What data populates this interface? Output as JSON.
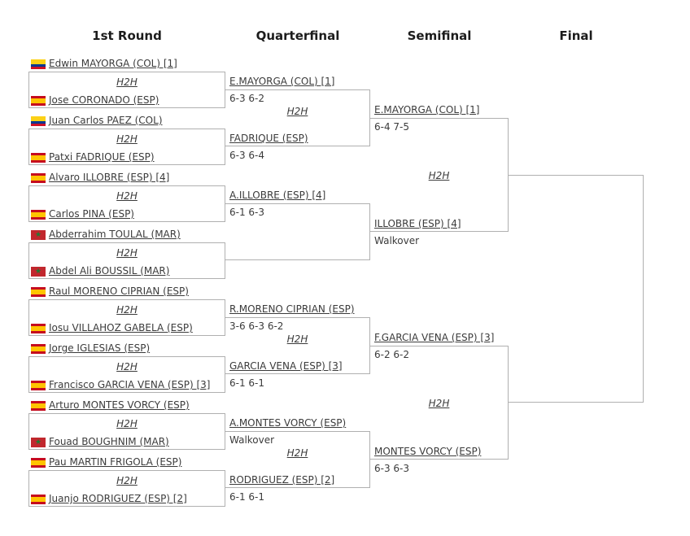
{
  "headers": {
    "round1": "1st Round",
    "quarterfinal": "Quarterfinal",
    "semifinal": "Semifinal",
    "final": "Final"
  },
  "colors": {
    "line": "#b0b0b0",
    "text": "#3b3b3b"
  },
  "first_round": [
    {
      "player1": {
        "name": "Edwin MAYORGA (COL) [1]",
        "flag": "COL"
      },
      "h2h": "H2H",
      "player2": {
        "name": "Jose CORONADO (ESP)",
        "flag": "ESP"
      }
    },
    {
      "player1": {
        "name": "Juan Carlos PAEZ (COL)",
        "flag": "COL"
      },
      "h2h": "H2H",
      "player2": {
        "name": "Patxi FADRIQUE (ESP)",
        "flag": "ESP"
      }
    },
    {
      "player1": {
        "name": "Alvaro ILLOBRE (ESP) [4]",
        "flag": "ESP"
      },
      "h2h": "H2H",
      "player2": {
        "name": "Carlos PINA (ESP)",
        "flag": "ESP"
      }
    },
    {
      "player1": {
        "name": "Abderrahim TOULAL (MAR)",
        "flag": "MAR"
      },
      "h2h": "H2H",
      "player2": {
        "name": "Abdel Ali BOUSSIL (MAR)",
        "flag": "MAR"
      }
    },
    {
      "player1": {
        "name": "Raul MORENO CIPRIAN (ESP)",
        "flag": "ESP"
      },
      "h2h": "H2H",
      "player2": {
        "name": "Iosu VILLAHOZ GABELA (ESP)",
        "flag": "ESP"
      }
    },
    {
      "player1": {
        "name": "Jorge IGLESIAS (ESP)",
        "flag": "ESP"
      },
      "h2h": "H2H",
      "player2": {
        "name": "Francisco GARCIA VENA (ESP) [3]",
        "flag": "ESP"
      }
    },
    {
      "player1": {
        "name": "Arturo MONTES VORCY (ESP)",
        "flag": "ESP"
      },
      "h2h": "H2H",
      "player2": {
        "name": "Fouad BOUGHNIM (MAR)",
        "flag": "MAR"
      }
    },
    {
      "player1": {
        "name": "Pau MARTIN FRIGOLA (ESP)",
        "flag": "ESP"
      },
      "h2h": "H2H",
      "player2": {
        "name": "Juanjo RODRIGUEZ (ESP) [2]",
        "flag": "ESP"
      }
    }
  ],
  "quarterfinal": [
    {
      "top_name": "E.MAYORGA (COL) [1]",
      "top_score": "6-3 6-2",
      "h2h": "H2H",
      "bottom_name": "FADRIQUE (ESP)",
      "bottom_score": "6-3 6-4"
    },
    {
      "top_name": "A.ILLOBRE (ESP) [4]",
      "top_score": "6-1 6-3",
      "h2h": "",
      "bottom_name": "",
      "bottom_score": ""
    },
    {
      "top_name": "R.MORENO CIPRIAN (ESP)",
      "top_score": "3-6 6-3 6-2",
      "h2h": "H2H",
      "bottom_name": "GARCIA VENA (ESP) [3]",
      "bottom_score": "6-1 6-1"
    },
    {
      "top_name": "A.MONTES VORCY (ESP)",
      "top_score": "Walkover",
      "h2h": "H2H",
      "bottom_name": "RODRIGUEZ (ESP) [2]",
      "bottom_score": "6-1 6-1"
    }
  ],
  "semifinal": [
    {
      "top_name": "E.MAYORGA (COL) [1]",
      "top_score": "6-4 7-5",
      "h2h": "H2H",
      "bottom_name": "ILLOBRE (ESP) [4]",
      "bottom_score": "Walkover"
    },
    {
      "top_name": "F.GARCIA VENA (ESP) [3]",
      "top_score": "6-2 6-2",
      "h2h": "H2H",
      "bottom_name": "MONTES VORCY (ESP)",
      "bottom_score": "6-3 6-3"
    }
  ]
}
